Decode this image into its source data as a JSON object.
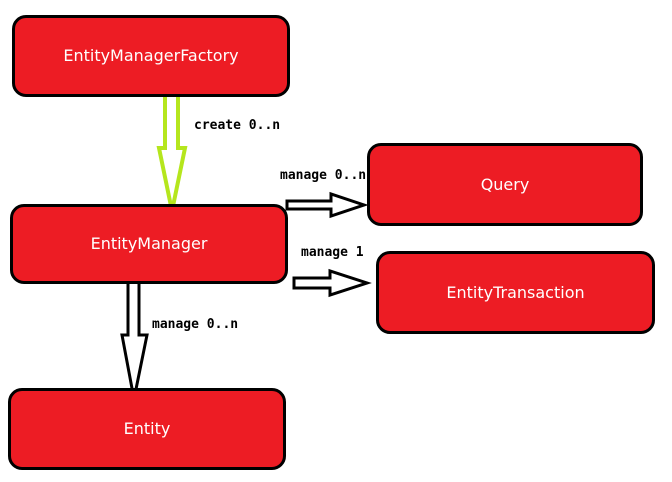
{
  "diagram": {
    "nodes": {
      "entity_manager_factory": "EntityManagerFactory",
      "entity_manager": "EntityManager",
      "entity": "Entity",
      "query": "Query",
      "entity_transaction": "EntityTransaction"
    },
    "edges": {
      "create": "create 0..n",
      "manage_query": "manage 0..n",
      "manage_transaction": "manage 1",
      "manage_entity": "manage 0..n"
    },
    "colors": {
      "node_fill": "#ed1c24",
      "node_border": "#000000",
      "node_text": "#ffffff",
      "create_arrow": "#b5e61d",
      "manage_arrow": "#000000"
    }
  }
}
